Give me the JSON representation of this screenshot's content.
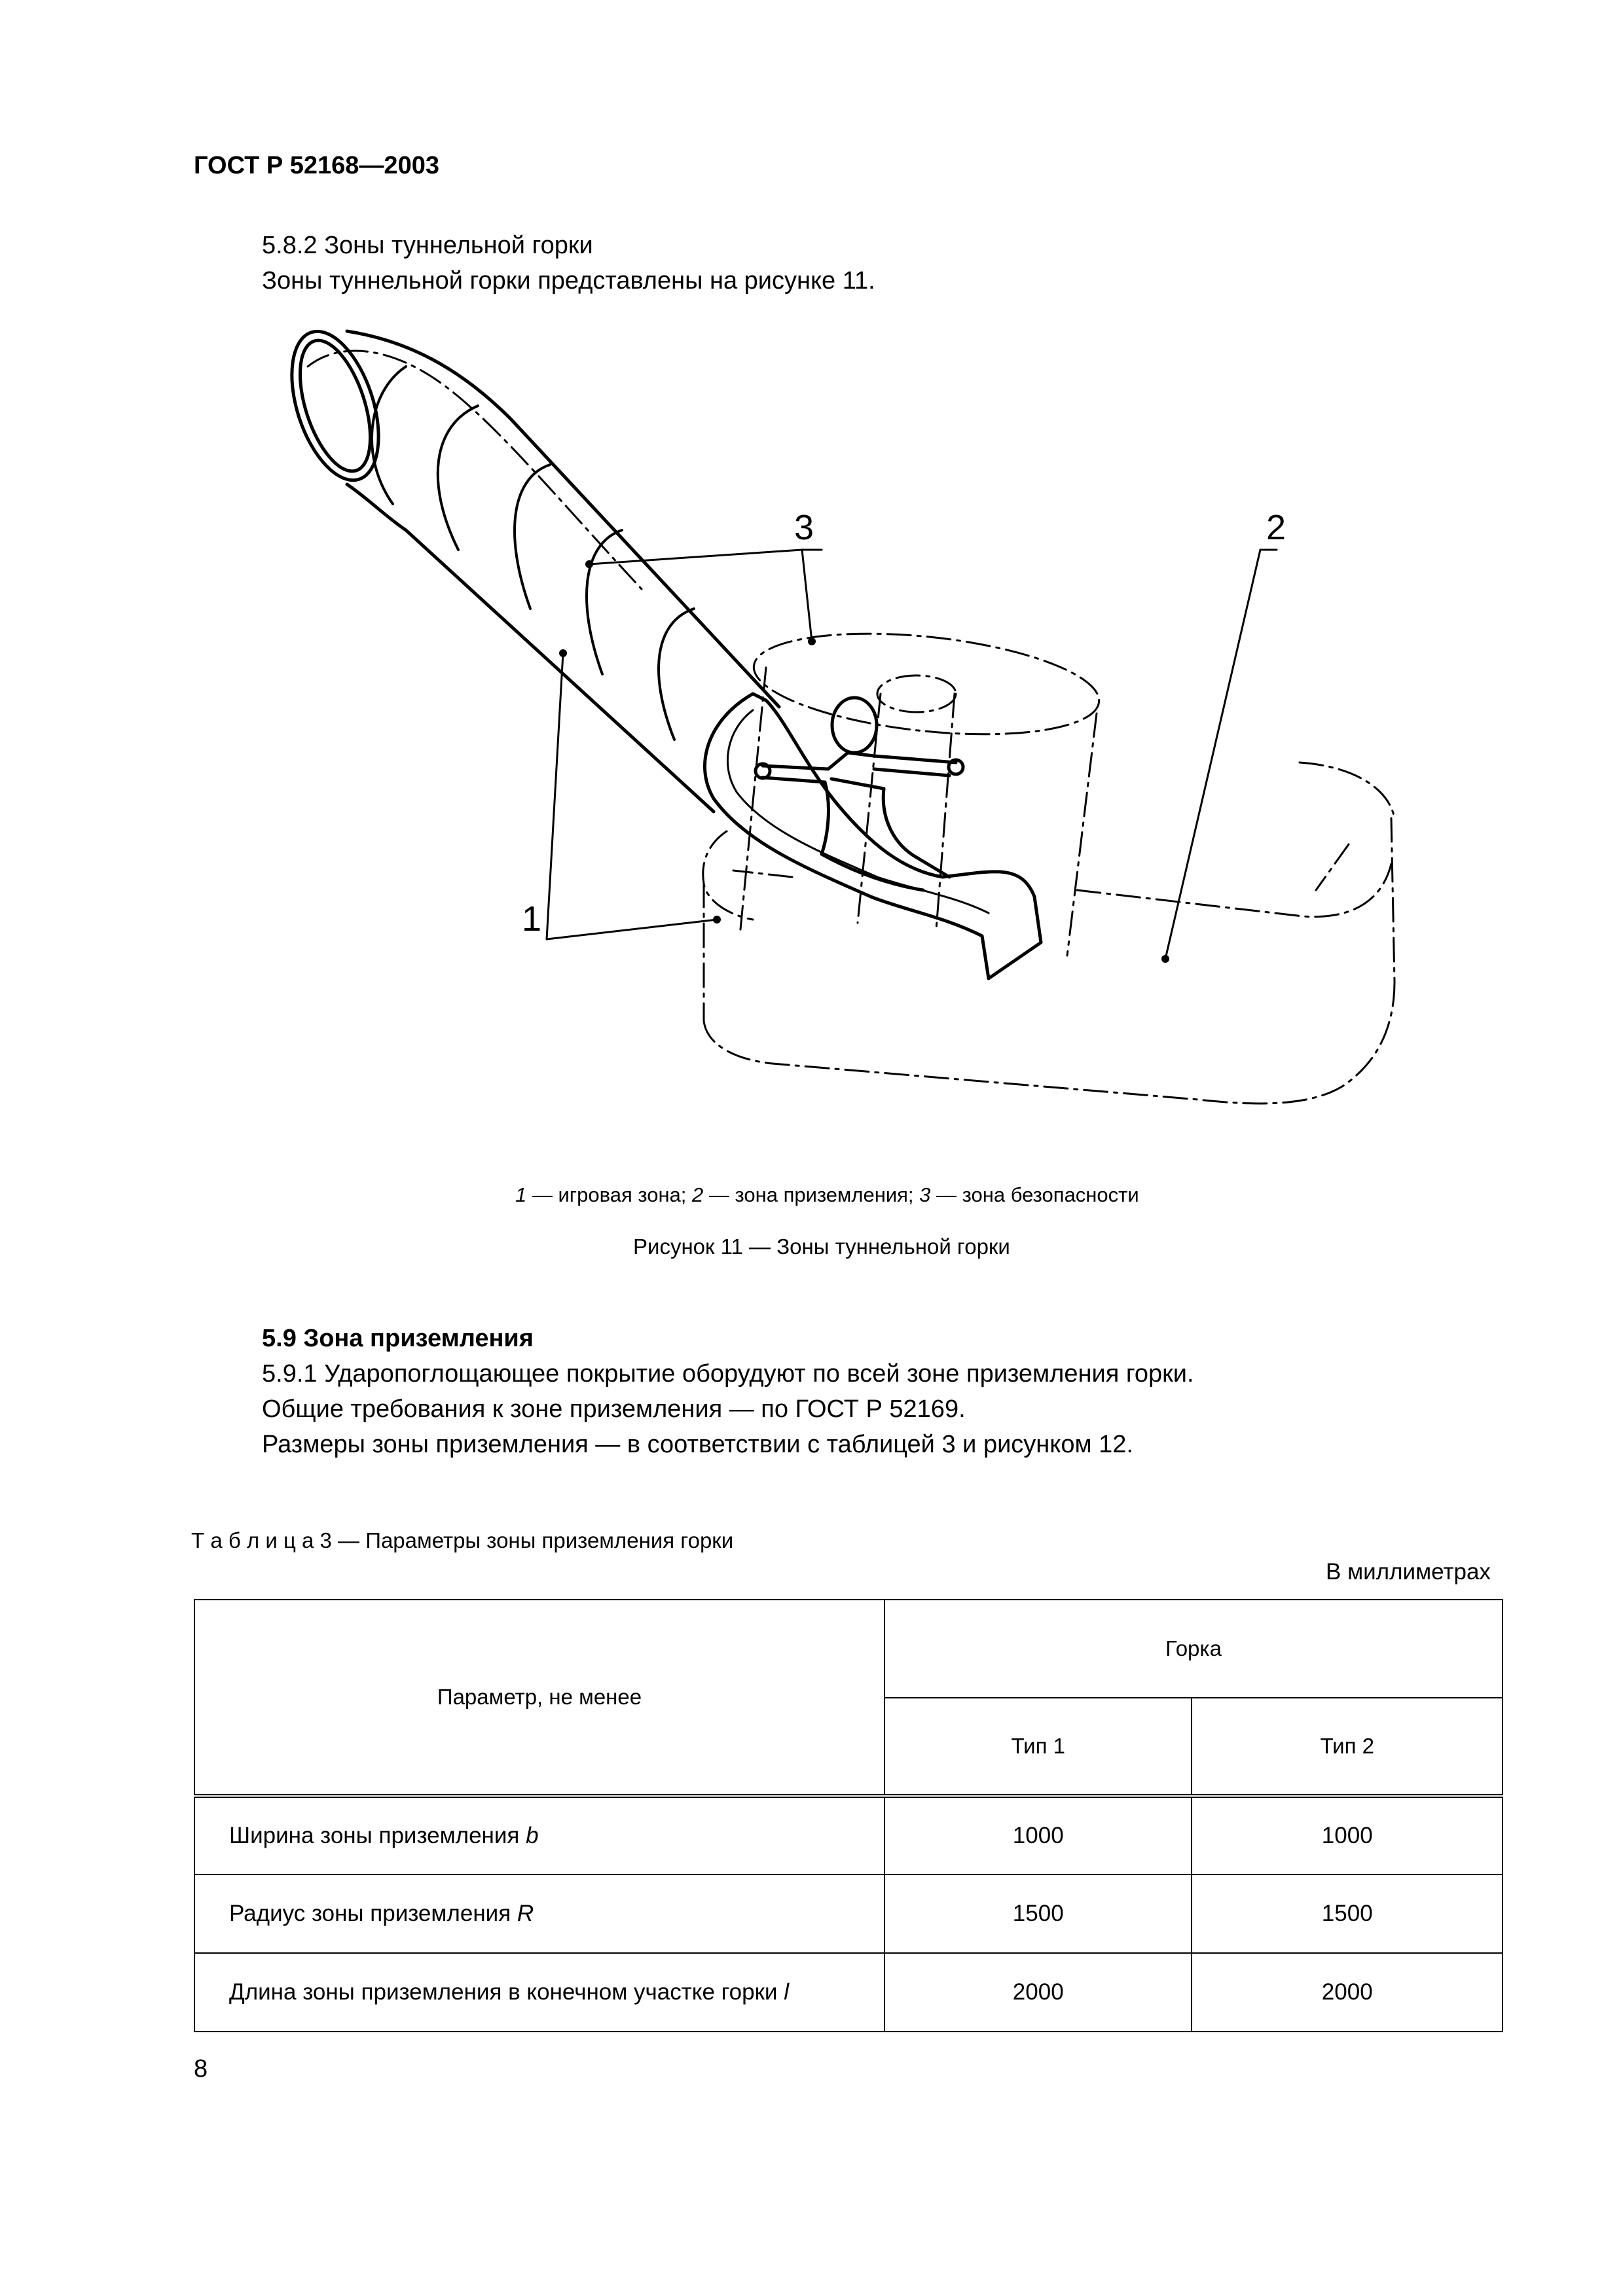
{
  "header": {
    "doc_id": "ГОСТ Р 52168—2003"
  },
  "section_582": {
    "heading": "5.8.2  Зоны туннельной горки",
    "text": "Зоны туннельной горки представлены на рисунке 11."
  },
  "figure": {
    "callout_1": "1",
    "callout_2": "2",
    "callout_3": "3",
    "legend": {
      "n1": "1",
      "t1": " — игровая зона; ",
      "n2": "2",
      "t2": " — зона приземления; ",
      "n3": "3",
      "t3": " — зона безопасности"
    },
    "caption": "Рисунок 11 — Зоны туннельной горки"
  },
  "section_59": {
    "heading": "5.9  Зона приземления",
    "lines": [
      "5.9.1  Ударопоглощающее покрытие оборудуют по всей зоне приземления горки.",
      "Общие требования к зоне приземления — по ГОСТ Р 52169.",
      "Размеры зоны приземления — в соответствии с таблицей 3 и рисунком 12."
    ]
  },
  "table": {
    "label": "Т а б л и ц а   3",
    "title": " — Параметры зоны приземления горки",
    "units": "В миллиметрах",
    "col_param": "Параметр, не менее",
    "col_group": "Горка",
    "col_type1": "Тип 1",
    "col_type2": "Тип 2",
    "rows": [
      {
        "name": "Ширина зоны приземления ",
        "var": "b",
        "t1": "1000",
        "t2": "1000"
      },
      {
        "name": "Радиус зоны приземления ",
        "var": "R",
        "t1": "1500",
        "t2": "1500"
      },
      {
        "name": "Длина зоны приземления в конечном участке горки ",
        "var": "l",
        "t1": "2000",
        "t2": "2000"
      }
    ]
  },
  "page_number": "8"
}
